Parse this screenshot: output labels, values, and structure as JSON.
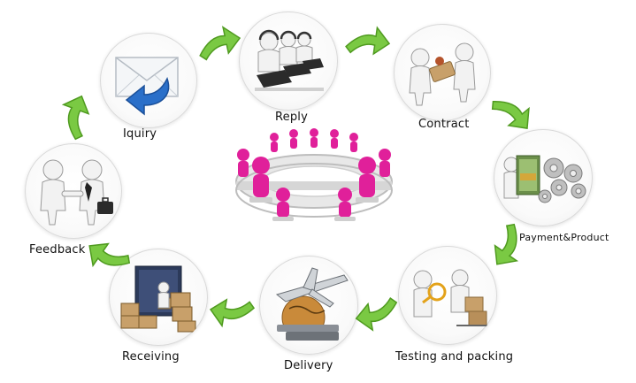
{
  "steps": {
    "inquiry": {
      "label": "Iquiry",
      "icon": "envelope-reply-icon"
    },
    "reply": {
      "label": "Reply",
      "icon": "call-center-icon"
    },
    "contract": {
      "label": "Contract",
      "icon": "handover-icon"
    },
    "payment_product": {
      "label": "Payment&Product",
      "icon": "money-gears-icon"
    },
    "testing_packing": {
      "label": "Testing and packing",
      "icon": "inspection-icon"
    },
    "delivery": {
      "label": "Delivery",
      "icon": "airplane-globe-icon"
    },
    "receiving": {
      "label": "Receiving",
      "icon": "container-boxes-icon"
    },
    "feedback": {
      "label": "Feedback",
      "icon": "handshake-icon"
    }
  },
  "center": {
    "icon": "team-meeting-icon"
  },
  "colors": {
    "arrow_green": "#7ac943",
    "arrow_green_dark": "#4f9a1f",
    "figure_white": "#f2f2f2",
    "figure_pink": "#e0209a",
    "envelope_blue": "#2a6fc9"
  }
}
